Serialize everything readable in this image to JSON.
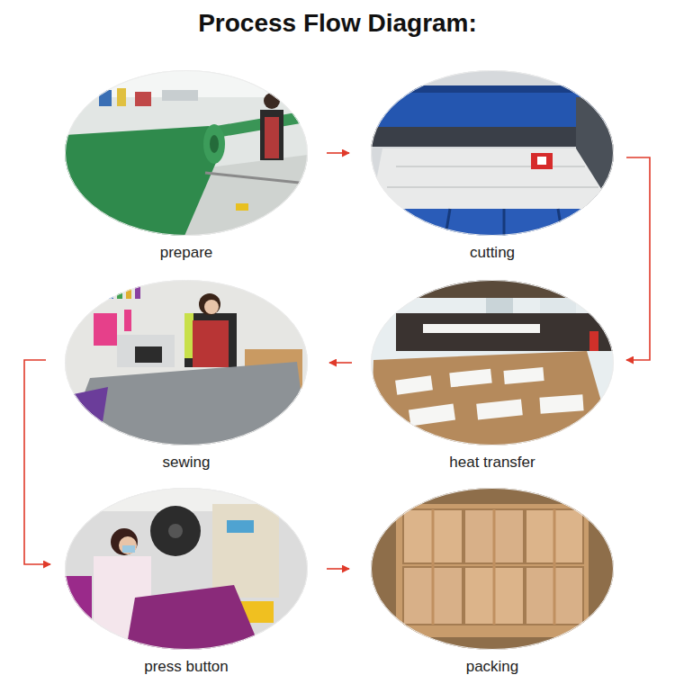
{
  "diagram": {
    "title": "Process Flow Diagram:",
    "nodes": [
      {
        "text": [
          "prepare"
        ]
      },
      {
        "text": [
          "cutting"
        ]
      },
      {
        "text": [
          "heat transfer"
        ]
      },
      {
        "text": [
          "sewing"
        ]
      },
      {
        "text": [
          "press button"
        ]
      },
      {
        "text": [
          "packing"
        ]
      }
    ],
    "edges": [
      {
        "from": 0,
        "to": 1,
        "arrow": "to"
      },
      {
        "from": 1,
        "to": 2,
        "arrow": "to"
      },
      {
        "from": 2,
        "to": 3,
        "arrow": "to"
      },
      {
        "from": 3,
        "to": 4,
        "arrow": "to"
      },
      {
        "from": 4,
        "to": 5,
        "arrow": "to"
      }
    ]
  }
}
